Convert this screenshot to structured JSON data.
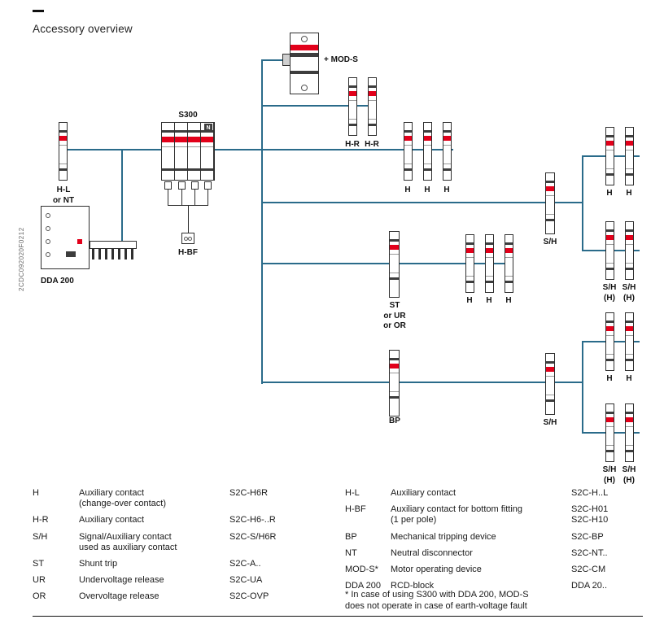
{
  "labels": {
    "title": "Accessory overview",
    "side_code": "2CDC092020F0212",
    "hl": "H-L\nor NT",
    "s300": "S300",
    "hbf": "H-BF",
    "dda200": "DDA 200",
    "mods": "+ MOD-S",
    "hr": "H-R",
    "h": "H",
    "st": "ST\nor UR\nor OR",
    "sh": "S/H",
    "shh": "S/H\n(H)",
    "bp": "BP",
    "n": "N"
  },
  "colors": {
    "connection_line": "#2a6b8a",
    "accent_red": "#e2001a"
  },
  "legend": {
    "left": [
      {
        "term": "H",
        "desc": "Auxiliary contact\n(change-over contact)",
        "code": "S2C-H6R"
      },
      {
        "term": "H-R",
        "desc": "Auxiliary contact",
        "code": "S2C-H6-..R"
      },
      {
        "term": "S/H",
        "desc": "Signal/Auxiliary contact\nused as auxiliary contact",
        "code": "S2C-S/H6R"
      },
      {
        "term": "ST",
        "desc": "Shunt trip",
        "code": "S2C-A.."
      },
      {
        "term": "UR",
        "desc": "Undervoltage release",
        "code": "S2C-UA"
      },
      {
        "term": "OR",
        "desc": "Overvoltage release",
        "code": "S2C-OVP"
      }
    ],
    "right": [
      {
        "term": "H-L",
        "desc": "Auxiliary contact",
        "code": "S2C-H..L"
      },
      {
        "term": "H-BF",
        "desc": "Auxiliary contact for bottom fitting\n(1 per pole)",
        "code": "S2C-H01\nS2C-H10"
      },
      {
        "term": "BP",
        "desc": "Mechanical tripping device",
        "code": "S2C-BP"
      },
      {
        "term": "NT",
        "desc": "Neutral disconnector",
        "code": "S2C-NT.."
      },
      {
        "term": "MOD-S*",
        "desc": "Motor operating device",
        "code": "S2C-CM"
      },
      {
        "term": "DDA 200",
        "desc": "RCD-block",
        "code": "DDA 20.."
      }
    ],
    "footnote": "* In case of using S300 with DDA 200, MOD-S\ndoes not operate in case of earth-voltage fault"
  }
}
